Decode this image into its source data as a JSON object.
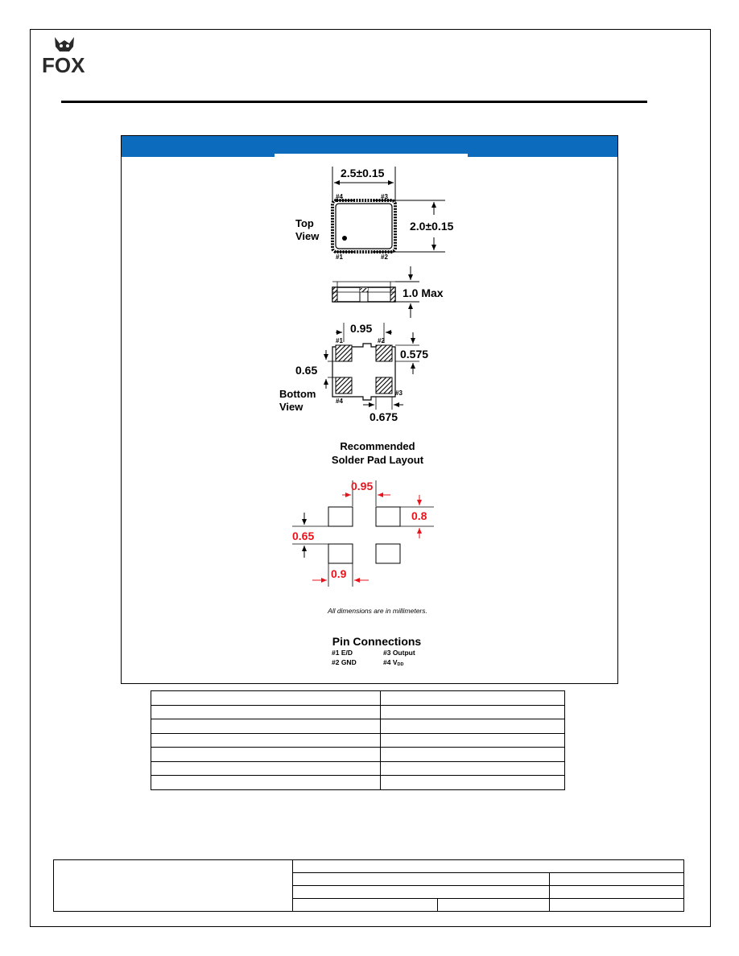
{
  "header": {
    "logo_text": "FOX",
    "logo_icon": "fox-head-icon"
  },
  "top_view": {
    "width_dim": "2.5±0.15",
    "height_dim": "2.0±0.15",
    "label_line1": "Top",
    "label_line2": "View",
    "pins": [
      "#1",
      "#2",
      "#3",
      "#4"
    ]
  },
  "side_view": {
    "height_dim": "1.0 Max"
  },
  "bottom_view": {
    "pad_pitch": "0.95",
    "pad_height": "0.575",
    "pad_gap": "0.65",
    "pad_width": "0.675",
    "label_line1": "Bottom",
    "label_line2": "View",
    "pins": [
      "#1",
      "#2",
      "#3",
      "#4"
    ]
  },
  "solder_layout": {
    "title_line1": "Recommended",
    "title_line2": "Solder Pad Layout",
    "pitch": "0.95",
    "pad_height": "0.8",
    "gap": "0.65",
    "pad_width": "0.9",
    "color": "#e8141c"
  },
  "note": "All dimensions are in millimeters.",
  "pin_connections": {
    "title": "Pin Connections",
    "pin1": "#1  E/D",
    "pin2": "#2  GND",
    "pin3": "#3  Output",
    "pin4_prefix": "#4  V",
    "pin4_sub": "DD"
  },
  "colors": {
    "banner": "#0c6bbd",
    "dimension_red": "#e8141c"
  }
}
